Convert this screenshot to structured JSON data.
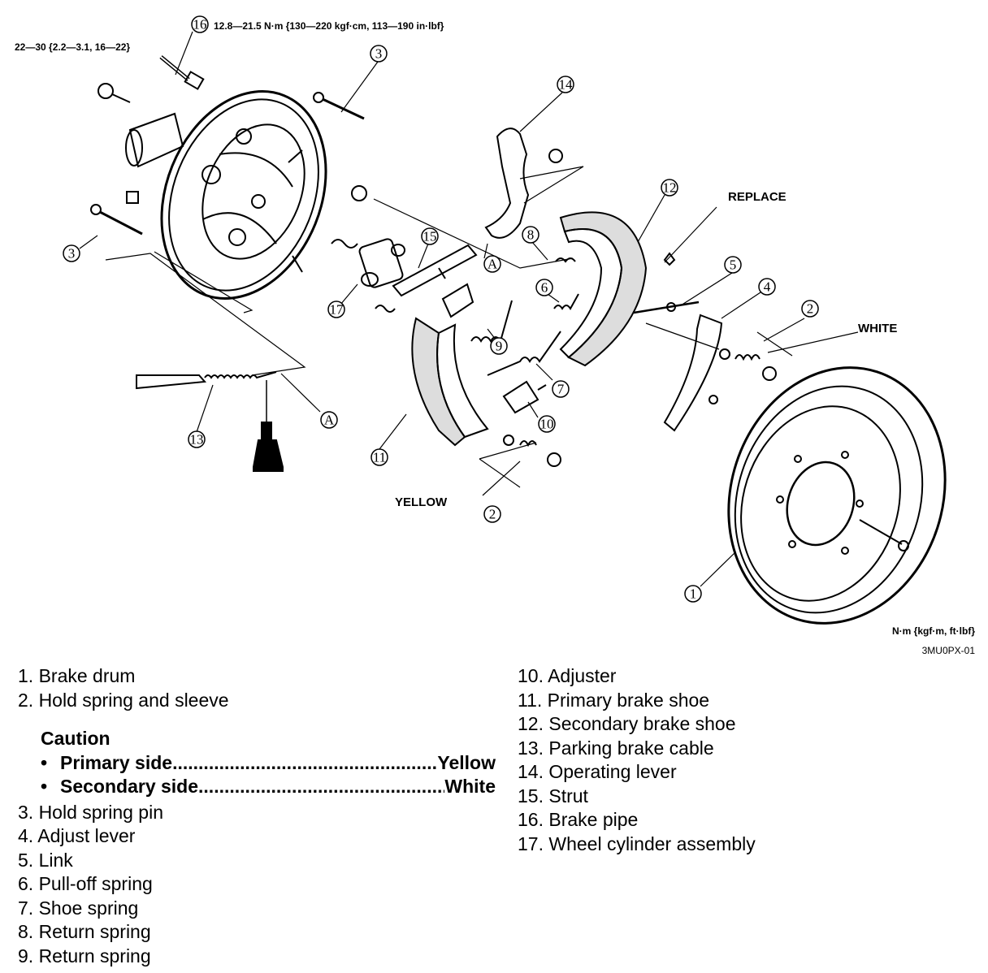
{
  "torque": {
    "top_left": "22—30 {2.2—3.1, 16—22}",
    "callout_16": "12.8—21.5 N·m {130—220 kgf·cm, 113—190 in·lbf}"
  },
  "labels": {
    "replace": "REPLACE",
    "white": "WHITE",
    "yellow": "YELLOW",
    "a": "A"
  },
  "callout_numbers": {
    "n1": "1",
    "n2": "2",
    "n3": "3",
    "n4": "4",
    "n5": "5",
    "n6": "6",
    "n7": "7",
    "n8": "8",
    "n9": "9",
    "n10": "10",
    "n11": "11",
    "n12": "12",
    "n13": "13",
    "n14": "14",
    "n15": "15",
    "n16": "16",
    "n17": "17"
  },
  "units": "N·m {kgf·m, ft·lbf}",
  "figure_code": "3MU0PX-01",
  "legend": {
    "items": [
      "1. Brake drum",
      "2. Hold spring and sleeve",
      "3. Hold spring pin",
      "4. Adjust lever",
      "5. Link",
      "6. Pull-off spring",
      "7. Shoe spring",
      "8. Return spring",
      "9. Return spring",
      "10. Adjuster",
      "11. Primary brake shoe",
      "12. Secondary brake shoe",
      "13. Parking brake cable",
      "14. Operating lever",
      "15. Strut",
      "16. Brake pipe",
      "17. Wheel cylinder assembly"
    ],
    "caution": {
      "title": "Caution",
      "rows": [
        {
          "label": "Primary side",
          "value": "Yellow"
        },
        {
          "label": "Secondary side",
          "value": "White"
        }
      ]
    }
  },
  "colors": {
    "ink": "#000000",
    "paper": "#ffffff"
  }
}
